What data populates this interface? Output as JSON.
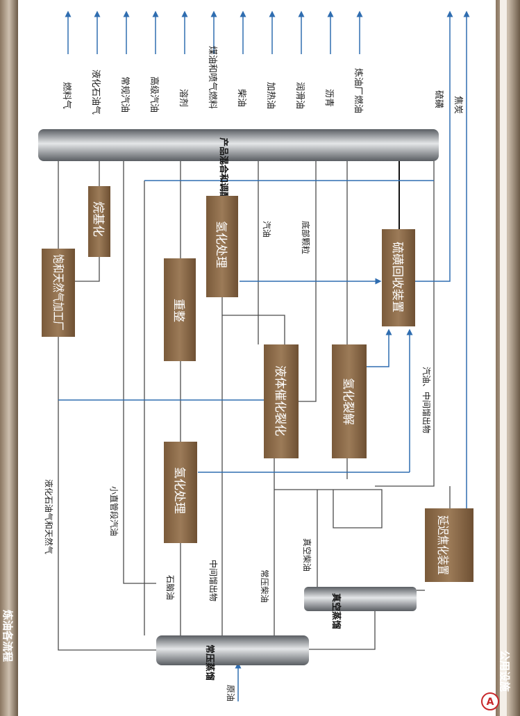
{
  "section_title": "炼油各流程",
  "footer_label": "公用设施",
  "logo_glyph": "A",
  "colors": {
    "unit_box": "#8a6a48",
    "flow_line": "#444444",
    "flow_arrow": "#2f6db0",
    "drum": "#8f9398",
    "frame": "#6b5a47"
  },
  "units": {
    "saturated_gas": "饱和天然气加工厂",
    "alkylation": "烷基化",
    "reforming": "重整",
    "hydro_upper": "氢化处理",
    "hydro_lower": "氢化处理",
    "fcc": "液体催化裂化",
    "hydrocracking": "氢化裂解",
    "sulfur": "硫磺回收装置",
    "coker": "延迟焦化装置"
  },
  "drums": {
    "blending": "产品混合和调配",
    "atmospheric": "常压蒸馏",
    "vacuum": "真空蒸馏"
  },
  "products": [
    "燃料气",
    "液化石油气",
    "常规汽油",
    "高级汽油",
    "溶剂",
    "煤油和喷气燃料",
    "柴油",
    "加热油",
    "润滑油",
    "沥青",
    "炼油厂燃油"
  ],
  "side_products": [
    "硫磺",
    "焦炭"
  ],
  "stream_labels": {
    "lpg_gas": "液化石油气和天然气",
    "light_naphtha": "小直管段汽油",
    "naphtha": "石脑油",
    "middle_distillate": "中间馏出物",
    "atm_gas_oil": "常压柴油",
    "vacuum_gas_oil": "真空柴油",
    "gasoline": "汽油",
    "bottoms": "底部颗粒",
    "gasoline_mid": "汽油、中间馏出物",
    "crude": "原油"
  }
}
